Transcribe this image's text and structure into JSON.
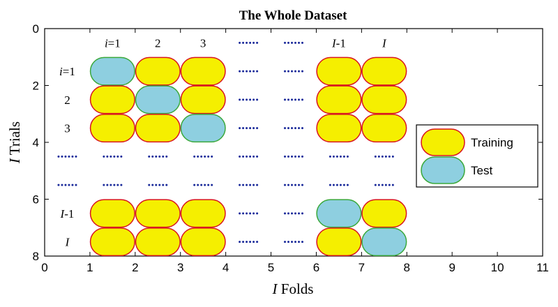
{
  "title": "The Whole Dataset",
  "xlabel": {
    "italic": "I",
    "rest": " Folds"
  },
  "ylabel": {
    "italic": "I",
    "rest": " Trials"
  },
  "x_ticks": [
    "0",
    "1",
    "2",
    "3",
    "4",
    "5",
    "6",
    "7",
    "8",
    "9",
    "10",
    "11"
  ],
  "y_ticks": [
    "0",
    "2",
    "4",
    "6",
    "8"
  ],
  "column_headers": [
    {
      "italic": "i",
      "rest": "=1"
    },
    {
      "italic": "",
      "rest": "2"
    },
    {
      "italic": "",
      "rest": "3"
    },
    {
      "italic": "",
      "rest": "……"
    },
    {
      "italic": "",
      "rest": "……"
    },
    {
      "italic": "I",
      "rest": "-1"
    },
    {
      "italic": "I",
      "rest": ""
    }
  ],
  "row_headers": [
    {
      "italic": "i",
      "rest": "=1"
    },
    {
      "italic": "",
      "rest": "2"
    },
    {
      "italic": "",
      "rest": "3"
    },
    {
      "italic": "",
      "rest": ""
    },
    {
      "italic": "",
      "rest": ""
    },
    {
      "italic": "I",
      "rest": "-1"
    },
    {
      "italic": "I",
      "rest": ""
    }
  ],
  "legend": {
    "training": "Training",
    "test": "Test"
  },
  "colors": {
    "training_fill": "#f5ef00",
    "training_edge": "#d8141f",
    "test_fill": "#8ecfe0",
    "test_edge": "#3aa83a",
    "dots": "#1a2a9a"
  },
  "chart_data": {
    "type": "diagram",
    "title": "The Whole Dataset",
    "xlim": [
      0,
      11
    ],
    "ylim": [
      0,
      8
    ],
    "y_reversed": true,
    "legend_position": "right",
    "rows": [
      {
        "label": "i=1",
        "cells": [
          "test",
          "train",
          "train",
          "dots",
          "dots",
          "train",
          "train"
        ]
      },
      {
        "label": "2",
        "cells": [
          "train",
          "test",
          "train",
          "dots",
          "dots",
          "train",
          "train"
        ]
      },
      {
        "label": "3",
        "cells": [
          "train",
          "train",
          "test",
          "dots",
          "dots",
          "train",
          "train"
        ]
      },
      {
        "label": "",
        "cells": [
          "dots",
          "dots",
          "dots",
          "dots",
          "dots",
          "dots",
          "dots",
          "dots"
        ]
      },
      {
        "label": "",
        "cells": [
          "dots",
          "dots",
          "dots",
          "dots",
          "dots",
          "dots",
          "dots",
          "dots"
        ]
      },
      {
        "label": "I-1",
        "cells": [
          "train",
          "train",
          "train",
          "dots",
          "dots",
          "test",
          "train"
        ]
      },
      {
        "label": "I",
        "cells": [
          "train",
          "train",
          "train",
          "dots",
          "dots",
          "train",
          "test"
        ]
      }
    ]
  }
}
